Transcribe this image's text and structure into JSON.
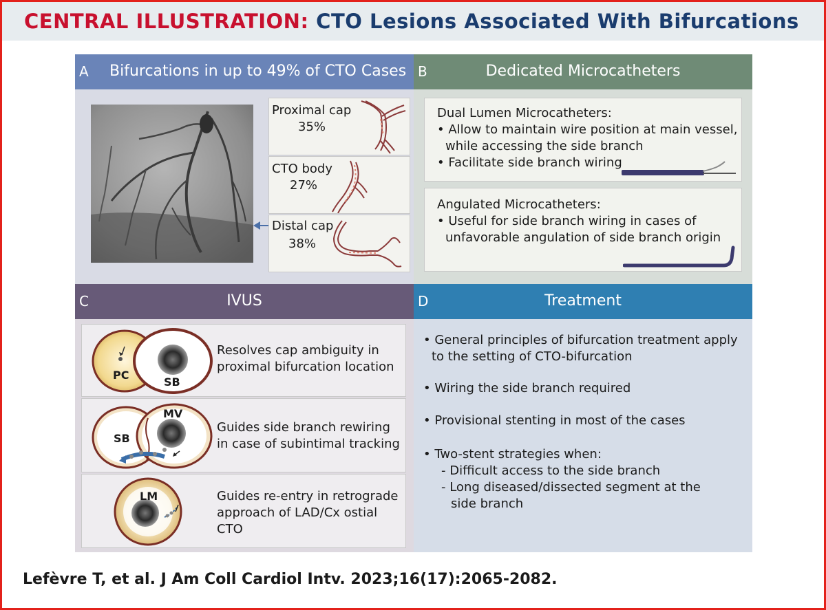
{
  "header": {
    "label": "CENTRAL ILLUSTRATION:",
    "title": "CTO Lesions Associated With Bifurcations"
  },
  "panels": {
    "a": {
      "letter": "A",
      "title": "Bifurcations in up to 49% of CTO Cases",
      "locations": [
        {
          "name": "Proximal cap",
          "pct": "35%"
        },
        {
          "name": "CTO body",
          "pct": "27%"
        },
        {
          "name": "Distal cap",
          "pct": "38%"
        }
      ]
    },
    "b": {
      "letter": "B",
      "title": "Dedicated Microcatheters",
      "cards": [
        {
          "heading": "Dual Lumen Microcatheters:",
          "line1": "• Allow to maintain wire position at main vessel,",
          "line2": "while accessing the side branch",
          "line3": "• Facilitate side branch wiring"
        },
        {
          "heading": "Angulated Microcatheters:",
          "line1": "• Useful for side branch wiring in cases of",
          "line2": "unfavorable angulation of side branch origin"
        }
      ]
    },
    "c": {
      "letter": "C",
      "title": "IVUS",
      "cards": [
        {
          "line1": "Resolves cap ambiguity in",
          "line2": "proximal bifurcation location",
          "labels": [
            "PC",
            "SB"
          ]
        },
        {
          "line1": "Guides side branch rewiring",
          "line2": "in case of subintimal tracking",
          "labels": [
            "SB",
            "MV"
          ]
        },
        {
          "line1": "Guides re-entry in retrograde",
          "line2": "approach of LAD/Cx ostial",
          "line3": "CTO",
          "labels": [
            "LM"
          ]
        }
      ]
    },
    "d": {
      "letter": "D",
      "title": "Treatment",
      "items": {
        "i1a": "• General principles of bifurcation treatment apply",
        "i1b": "to the setting of CTO-bifurcation",
        "i2": "• Wiring the side branch required",
        "i3": "• Provisional stenting in most of the cases",
        "i4": "• Two-stent strategies when:",
        "s1": "- Difficult access to the side branch",
        "s2a": "- Long diseased/dissected segment at the",
        "s2b": "side branch"
      }
    }
  },
  "citation": "Lefèvre T, et al. J Am Coll Cardiol Intv. 2023;16(17):2065-2082.",
  "colors": {
    "brand_red": "#c8102e",
    "frame_red": "#e3211b",
    "title_blue": "#1a3c6e",
    "panel_a": "#6a84b8",
    "panel_b": "#6f8b76",
    "panel_c": "#675a78",
    "panel_d": "#2f7fb2",
    "body_a": "#d9dbe5",
    "body_b": "#d7ddd8",
    "body_c": "#ded9e0",
    "body_d": "#d6dde8"
  }
}
